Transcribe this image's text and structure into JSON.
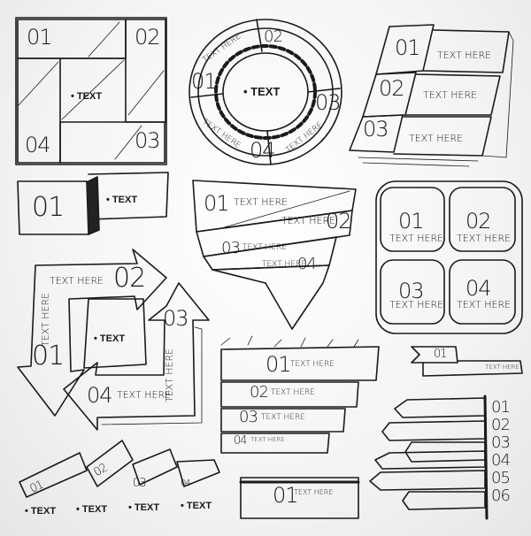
{
  "grid_square": {
    "n1": "01",
    "n2": "02",
    "n3": "03",
    "n4": "04",
    "center": "TEXT"
  },
  "ring": {
    "n1": "01",
    "n2": "02",
    "n3": "03",
    "n4": "04",
    "center": "TEXT",
    "l1": "TEXT HERE",
    "l2": "TEXT HERE",
    "l3": "TEXT HERE"
  },
  "stacked_tabs": [
    {
      "num": "01",
      "label": "TEXT HERE"
    },
    {
      "num": "02",
      "label": "TEXT HERE"
    },
    {
      "num": "03",
      "label": "TEXT HERE"
    }
  ],
  "tab_pair": {
    "num": "01",
    "label": "TEXT"
  },
  "zigzag_banner": [
    {
      "num": "01",
      "label": "TEXT HERE"
    },
    {
      "num": "02",
      "label": "TEXT HERE"
    },
    {
      "num": "03",
      "label": "TEXT HERE"
    },
    {
      "num": "04",
      "label": "TEXT HERE"
    }
  ],
  "quad_frames": [
    {
      "num": "01",
      "label": "TEXT HERE"
    },
    {
      "num": "02",
      "label": "TEXT HERE"
    },
    {
      "num": "03",
      "label": "TEXT HERE"
    },
    {
      "num": "04",
      "label": "TEXT HERE"
    }
  ],
  "arrow_cycle": {
    "center": "TEXT",
    "items": [
      {
        "num": "01",
        "label": "TEXT HERE"
      },
      {
        "num": "02",
        "label": "TEXT HERE"
      },
      {
        "num": "03",
        "label": "TEXT HERE"
      },
      {
        "num": "04",
        "label": "TEXT HERE"
      }
    ]
  },
  "step_boxes": [
    {
      "num": "01",
      "label": "TEXT HERE"
    },
    {
      "num": "02",
      "label": "TEXT HERE"
    },
    {
      "num": "03",
      "label": "TEXT HERE"
    },
    {
      "num": "04",
      "label": "TEXT HERE"
    }
  ],
  "small_ribbon": {
    "num": "01",
    "label": "TEXT HERE"
  },
  "arrow_list": [
    "01",
    "02",
    "03",
    "04",
    "05",
    "06"
  ],
  "folded_ribbon": {
    "nums": [
      "01",
      "02",
      "03",
      "04"
    ],
    "labels": [
      "TEXT",
      "TEXT",
      "TEXT",
      "TEXT"
    ]
  },
  "single_box": {
    "num": "01",
    "label": "TEXT HERE"
  }
}
